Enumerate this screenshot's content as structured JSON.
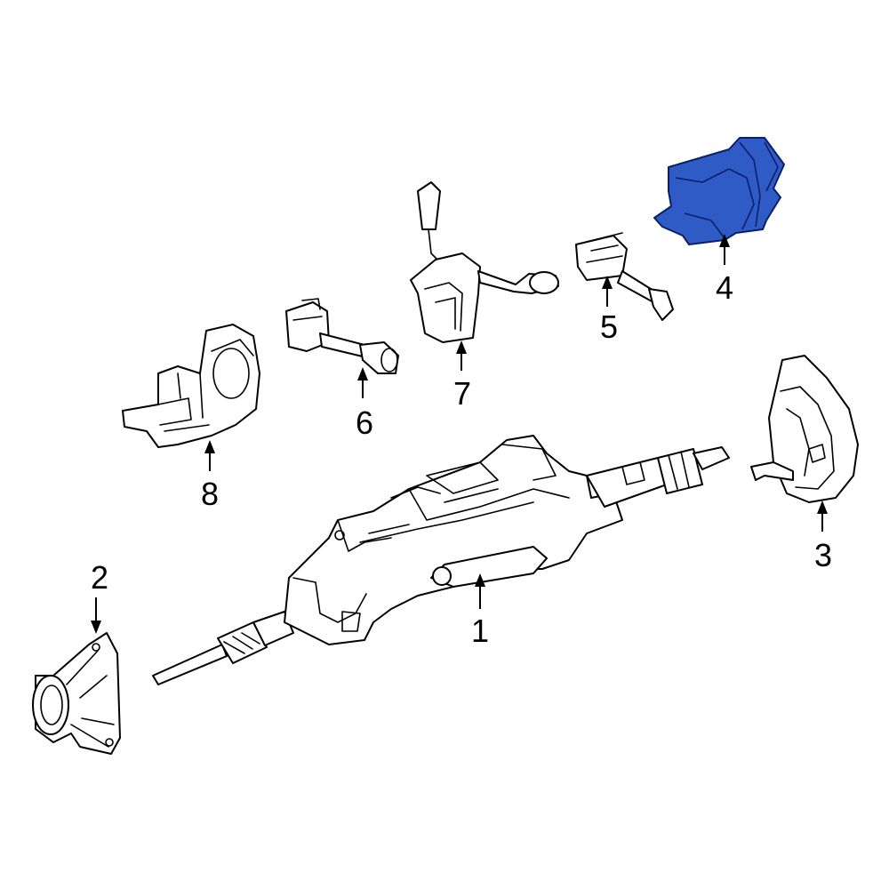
{
  "highlight_color": "#2f5bc7",
  "callouts": {
    "c1": "1",
    "c2": "2",
    "c3": "3",
    "c4": "4",
    "c5": "5",
    "c6": "6",
    "c7": "7",
    "c8": "8"
  },
  "highlighted_part": "4"
}
